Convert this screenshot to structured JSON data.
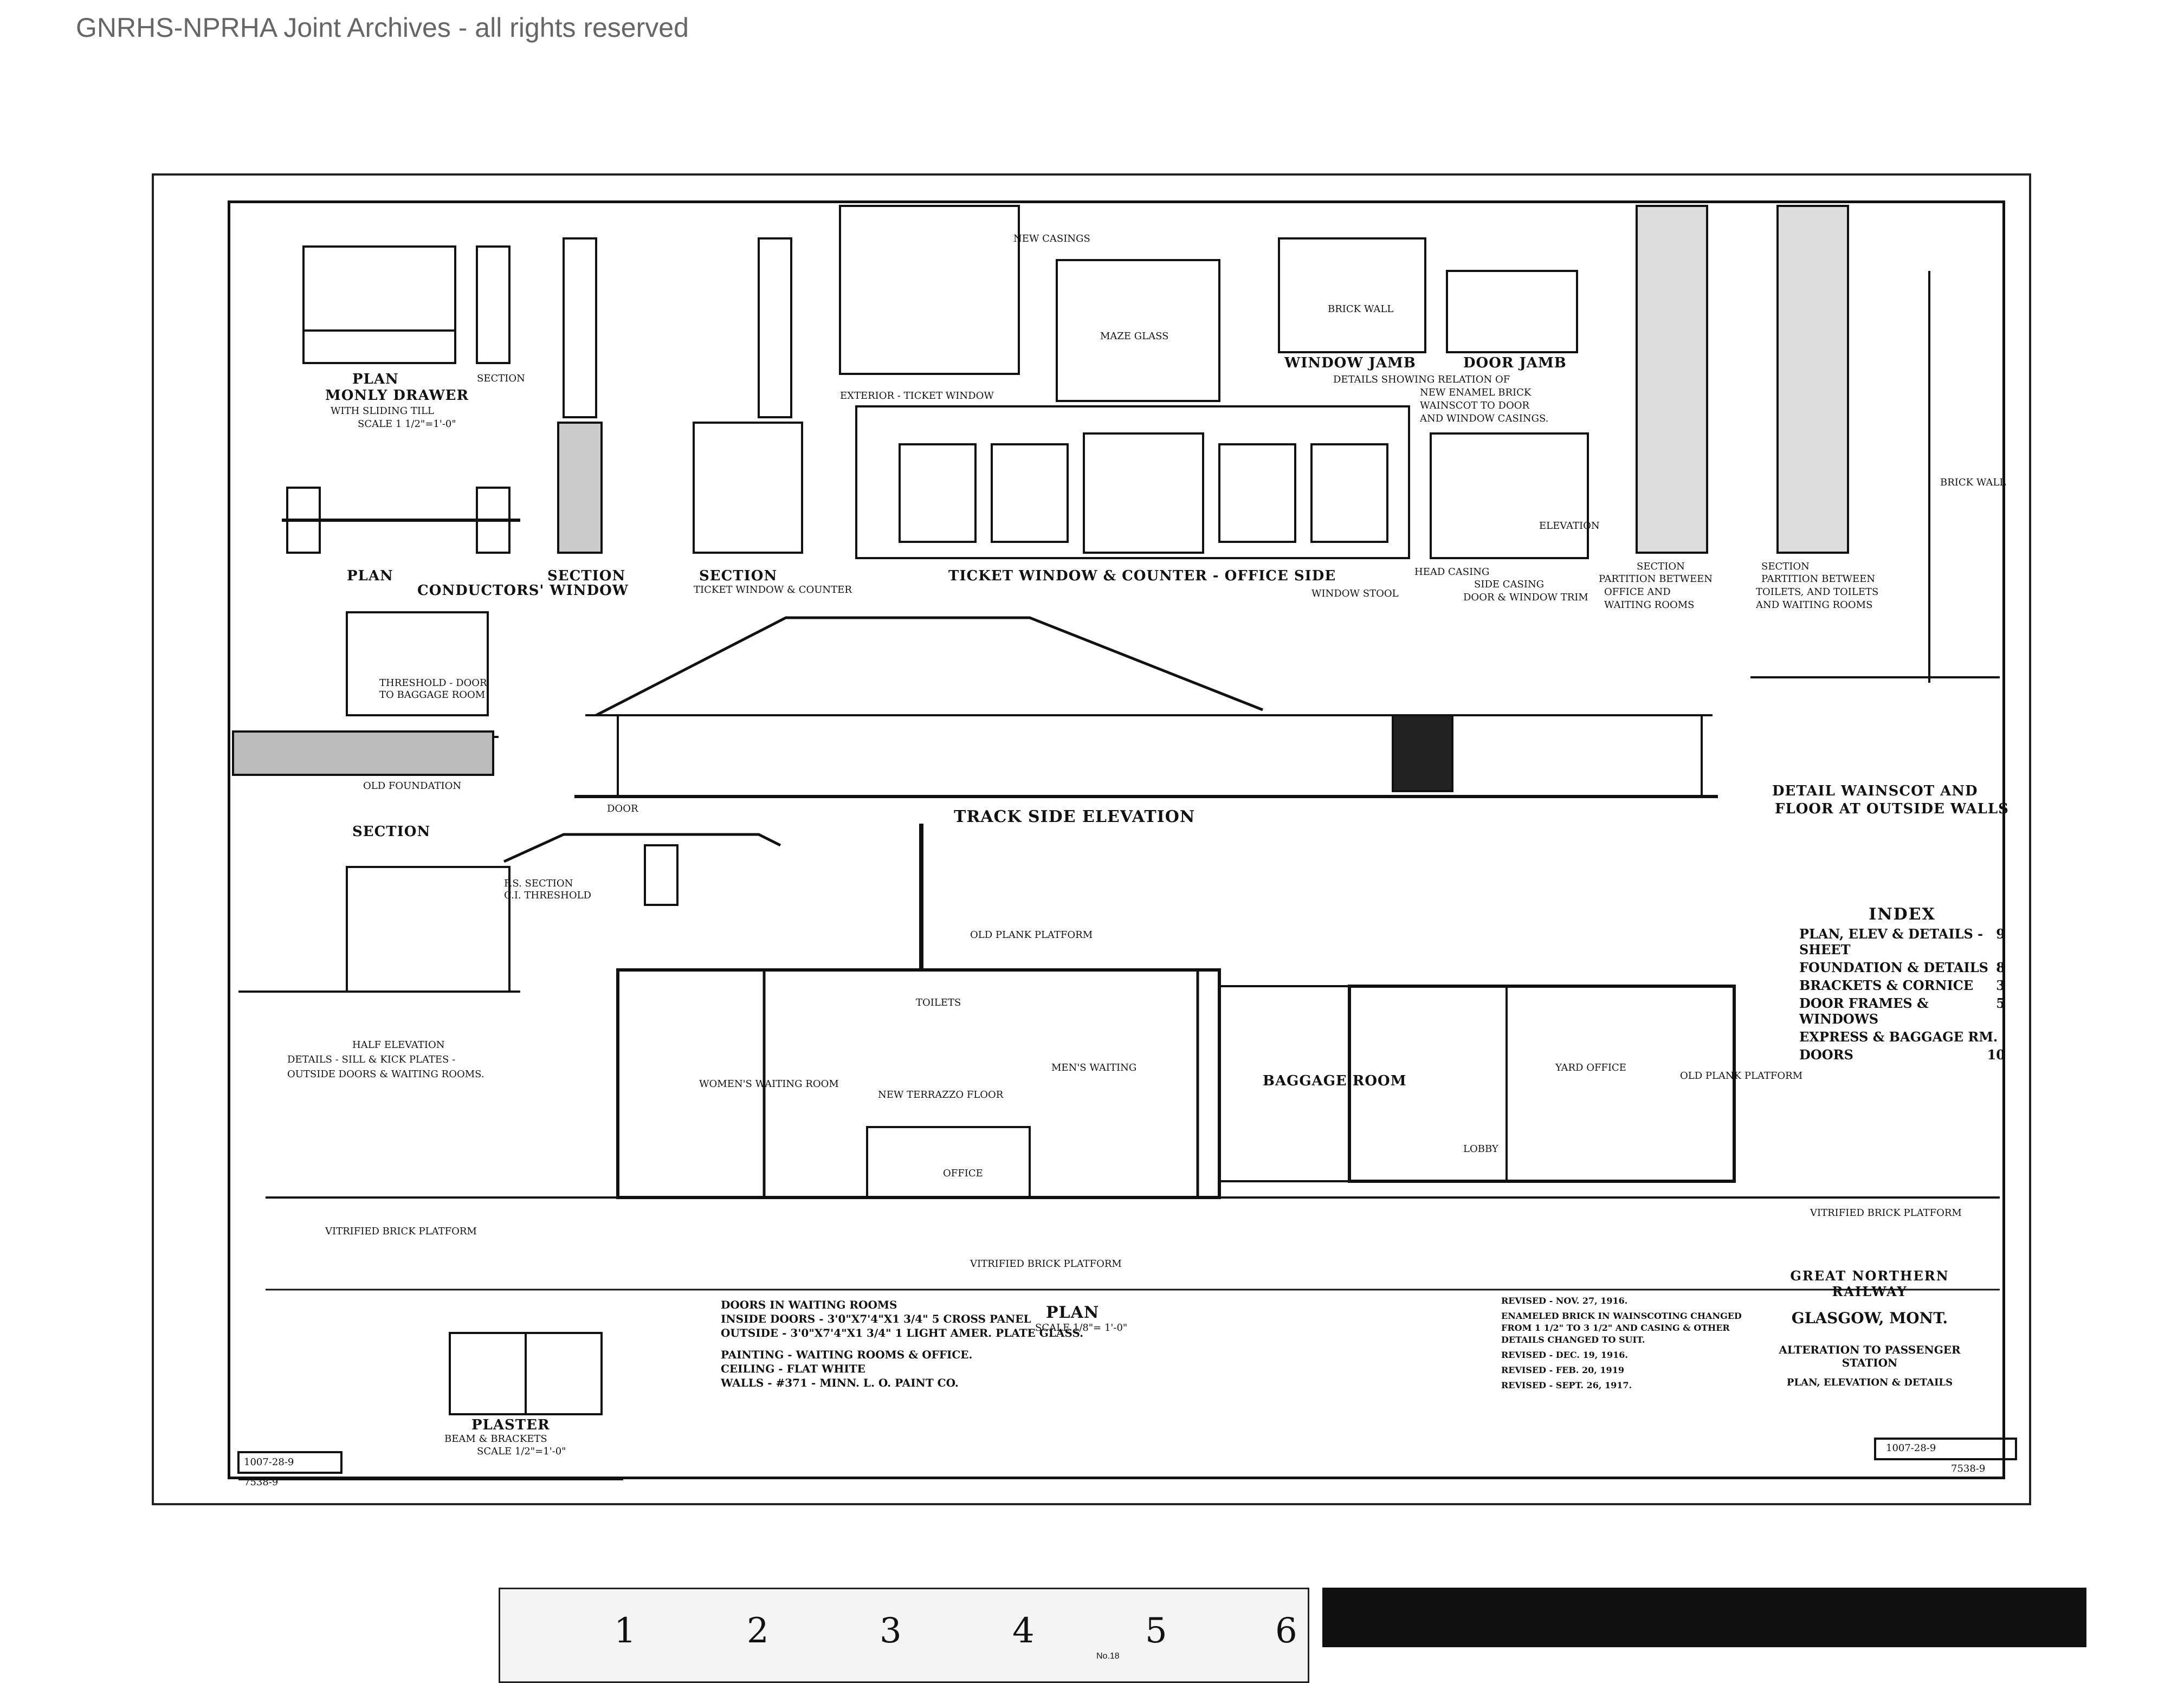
{
  "watermark": "GNRHS-NPRHA Joint Archives - all rights reserved",
  "details": {
    "money_drawer": [
      "PLAN",
      "SECTION",
      "MONLY DRAWER",
      "WITH SLIDING TILL",
      "SCALE 1 1/2\"=1'-0\""
    ],
    "conductors_window": [
      "PLAN",
      "CONDUCTORS' WINDOW",
      "SECTION"
    ],
    "ticket_window": [
      "SECTION",
      "TICKET WINDOW & COUNTER",
      "EXTERIOR - TICKET WINDOW",
      "NEW CASINGS",
      "MAZE GLASS"
    ],
    "counter": "TICKET WINDOW & COUNTER - OFFICE SIDE",
    "window_door_jamb": [
      "WINDOW JAMB",
      "DOOR JAMB",
      "BRICK WALL",
      "DETAILS SHOWING RELATION OF",
      "NEW ENAMEL BRICK",
      "WAINSCOT TO DOOR",
      "AND WINDOW CASINGS."
    ],
    "trim": [
      "HEAD CASING",
      "SIDE CASING",
      "DOOR & WINDOW TRIM",
      "WINDOW STOOL",
      "ELEVATION"
    ],
    "partitions": [
      "SECTION",
      "PARTITION BETWEEN",
      "OFFICE AND",
      "WAITING ROOMS",
      "SECTION",
      "PARTITION BETWEEN",
      "TOILETS, AND TOILETS",
      "AND WAITING ROOMS"
    ],
    "threshold": [
      "THRESHOLD - DOOR",
      "TO BAGGAGE ROOM",
      "SECTION",
      "OLD FOUNDATION"
    ],
    "elevation": [
      "TRACK SIDE ELEVATION",
      "DOOR"
    ],
    "ci_threshold": [
      "F.S. SECTION",
      "C.I. THRESHOLD"
    ],
    "detail_wainscot": [
      "DETAIL WAINSCOT AND",
      "FLOOR AT OUTSIDE WALLS",
      "BRICK WALL"
    ],
    "half_elevation": [
      "HALF ELEVATION",
      "DETAILS - SILL & KICK PLATES -",
      "OUTSIDE DOORS & WAITING ROOMS."
    ]
  },
  "plan_labels": {
    "old_plank_platform": "OLD PLANK PLATFORM",
    "womens_waiting": "WOMEN'S WAITING ROOM",
    "mens_waiting": "MEN'S WAITING",
    "office": "OFFICE",
    "baggage_room": "BAGGAGE ROOM",
    "yard_office": "YARD OFFICE",
    "lobby": "LOBBY",
    "old_plank_platform_right": "OLD PLANK PLATFORM",
    "vitrified_platform": "VITRIFIED BRICK PLATFORM",
    "vitrified_platform_left": "VITRIFIED BRICK PLATFORM",
    "vitrified_platform_right": "VITRIFIED BRICK PLATFORM",
    "plan_title": "PLAN",
    "plan_scale": "SCALE 1/8\"= 1'-0\"",
    "new_terrazzo": "NEW TERRAZZO FLOOR",
    "toilets": "TOILETS"
  },
  "notes": {
    "doors_title": "DOORS IN WAITING ROOMS",
    "doors_inside": "INSIDE DOORS - 3'0\"x7'4\"x1 3/4\" 5 CROSS PANEL",
    "doors_outside": "OUTSIDE - 3'0\"x7'4\"x1 3/4\" 1 LIGHT AMER. PLATE GLASS.",
    "painting": "PAINTING - WAITING ROOMS & OFFICE.",
    "ceiling": "CEILING - FLAT WHITE",
    "walls": "WALLS - #371 - MINN. L. O. PAINT CO."
  },
  "plaster_beam": [
    "PLASTER",
    "BEAM & BRACKETS",
    "SCALE 1/2\"=1'-0\""
  ],
  "index": {
    "title": "INDEX",
    "rows": [
      {
        "item": "PLAN, ELEV & DETAILS - SHEET",
        "sheet": "9"
      },
      {
        "item": "FOUNDATION & DETAILS",
        "sheet": "8"
      },
      {
        "item": "BRACKETS & CORNICE",
        "sheet": "3"
      },
      {
        "item": "DOOR FRAMES & WINDOWS",
        "sheet": "5"
      },
      {
        "item": "EXPRESS & BAGGAGE RM.",
        "sheet": ""
      },
      {
        "item": "DOORS",
        "sheet": "10"
      }
    ]
  },
  "title_block": {
    "railway": "GREAT NORTHERN RAILWAY",
    "city": "GLASGOW, MONT.",
    "alteration": "ALTERATION TO PASSENGER STATION",
    "subtitle": "PLAN, ELEVATION & DETAILS"
  },
  "revisions": [
    "REVISED - NOV. 27, 1916.",
    "ENAMELED BRICK IN WAINSCOTING CHANGED FROM 1 1/2\" TO 3 1/2\" AND CASING & OTHER DETAILS CHANGED TO SUIT.",
    "REVISED - DEC. 19, 1916.",
    "REVISED - FEB. 20, 1919",
    "REVISED - SEPT. 26, 1917."
  ],
  "drawing_numbers": {
    "left_box": "1007-28-9",
    "left_sub": "7538-9",
    "right_box": "1007-28-9",
    "right_sub": "7538-9"
  },
  "ruler": {
    "numbers": [
      "1",
      "2",
      "3",
      "4",
      "5",
      "6"
    ],
    "label": "No.18"
  }
}
